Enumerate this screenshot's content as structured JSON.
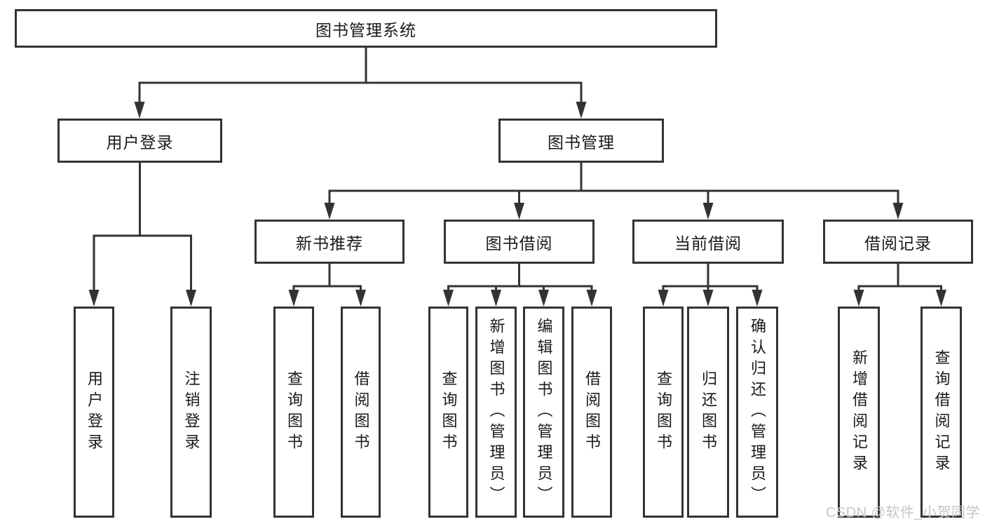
{
  "diagram": {
    "root": {
      "label": "图书管理系统"
    },
    "level2": [
      {
        "label": "用户登录",
        "children": [
          {
            "label": "用户登录"
          },
          {
            "label": "注销登录"
          }
        ]
      },
      {
        "label": "图书管理",
        "children": [
          {
            "label": "新书推荐",
            "children": [
              {
                "label": "查询图书"
              },
              {
                "label": "借阅图书"
              }
            ]
          },
          {
            "label": "图书借阅",
            "children": [
              {
                "label": "查询图书"
              },
              {
                "label": "新增图书（管理员）"
              },
              {
                "label": "编辑图书（管理员）"
              },
              {
                "label": "借阅图书"
              }
            ]
          },
          {
            "label": "当前借阅",
            "children": [
              {
                "label": "查询图书"
              },
              {
                "label": "归还图书"
              },
              {
                "label": "确认归还（管理员）"
              }
            ]
          },
          {
            "label": "借阅记录",
            "children": [
              {
                "label": "新增借阅记录"
              },
              {
                "label": "查询借阅记录"
              }
            ]
          }
        ]
      }
    ]
  },
  "watermark": {
    "text": "CSDN @软件_小贺同学"
  },
  "colors": {
    "line": "#333333",
    "box_border": "#333333",
    "box_fill": "#ffffff",
    "text": "#1a1a1a",
    "background": "#ffffff",
    "watermark": "#c6c6c6"
  }
}
